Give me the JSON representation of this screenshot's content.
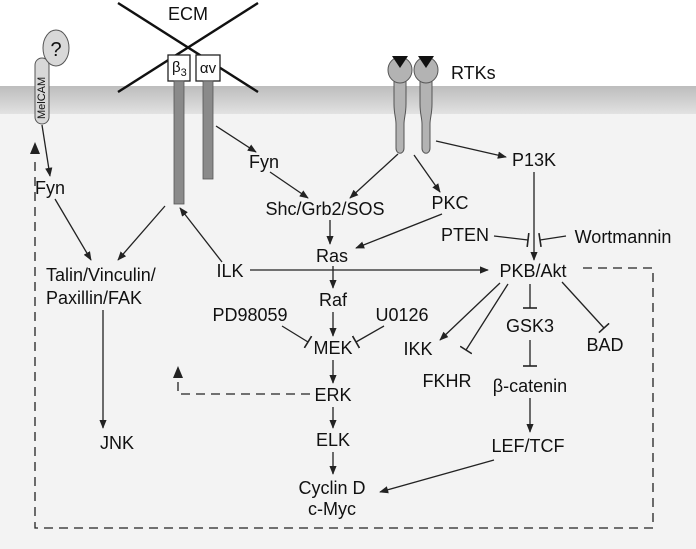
{
  "ecm_label": "ECM",
  "rtks_label": "RTKs",
  "melcam_label": "MelCAM",
  "question_mark": "?",
  "integrin": {
    "beta3": "β3",
    "beta_symbol": "β",
    "beta_sub": "3",
    "alphav": "αv"
  },
  "nodes": {
    "fyn_left": "Fyn",
    "fyn_mid": "Fyn",
    "talin_line1": "Talin/Vinculin/",
    "talin_line2": "Paxillin/FAK",
    "jnk": "JNK",
    "shc": "Shc/Grb2/SOS",
    "pkc": "PKC",
    "p13k": "P13K",
    "pten": "PTEN",
    "wortmannin": "Wortmannin",
    "ilk": "ILK",
    "ras": "Ras",
    "pkb": "PKB/Akt",
    "raf": "Raf",
    "pd98059": "PD98059",
    "u0126": "U0126",
    "mek": "MEK",
    "gsk3": "GSK3",
    "ikk": "IKK",
    "bad": "BAD",
    "fkhr": "FKHR",
    "bcatenin": "β-catenin",
    "erk": "ERK",
    "elk": "ELK",
    "leftcf": "LEF/TCF",
    "cyclin": "Cyclin D",
    "cmyc": "c-Myc"
  },
  "colors": {
    "membrane": "#c8c8c8",
    "cytoplasm": "#f4f4f4",
    "receptor": "#8a8a8a",
    "rtk": "#b4b4b4",
    "line": "#222222"
  }
}
